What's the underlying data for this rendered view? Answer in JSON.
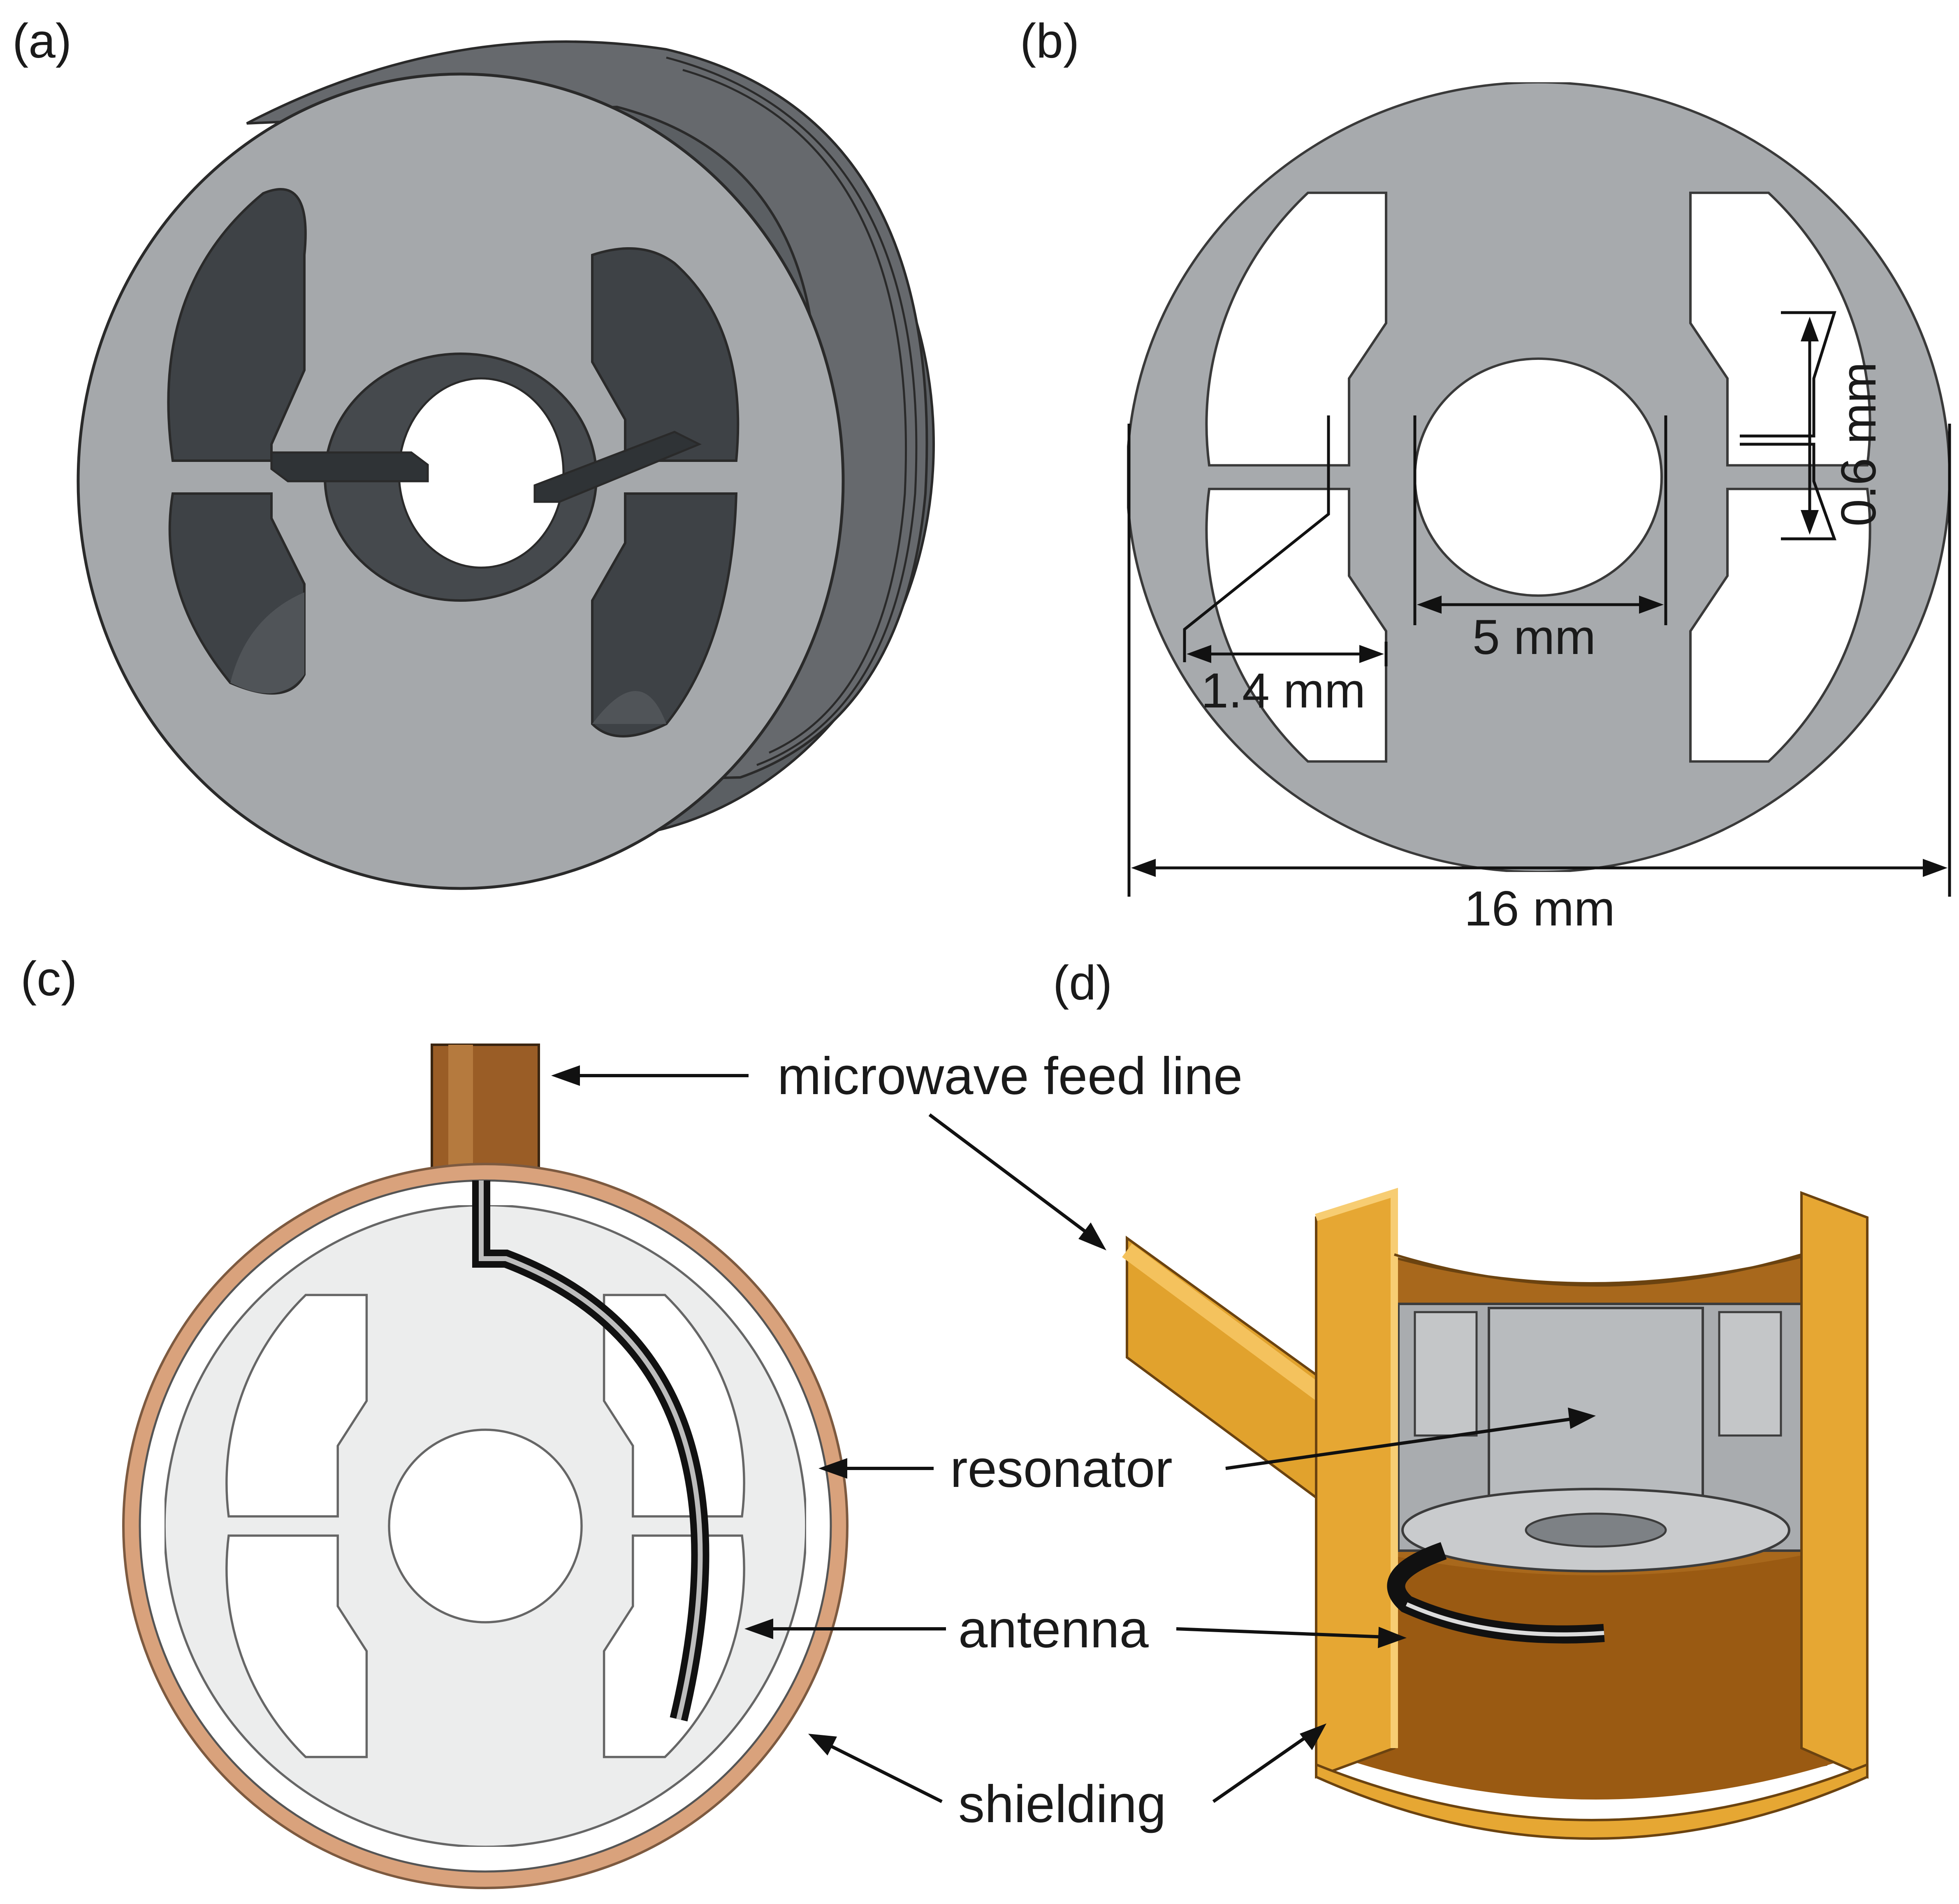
{
  "panels": {
    "a": {
      "label": "(a)"
    },
    "b": {
      "label": "(b)"
    },
    "c": {
      "label": "(c)"
    },
    "d": {
      "label": "(d)"
    }
  },
  "dimensions": {
    "gap": "0.6 mm",
    "bore": "5 mm",
    "wall": "1.4 mm",
    "outer": "16 mm"
  },
  "callouts": {
    "feed": "microwave feed line",
    "resonator": "resonator",
    "antenna": "antenna",
    "shielding": "shielding"
  },
  "colors": {
    "resonator_face": "#a7aaad",
    "resonator_dark": "#55595d",
    "copper": "#d9a27c",
    "feed_copper": "#9a5d26",
    "gold": "#e1a22d",
    "gold_dark": "#8c5a14"
  }
}
